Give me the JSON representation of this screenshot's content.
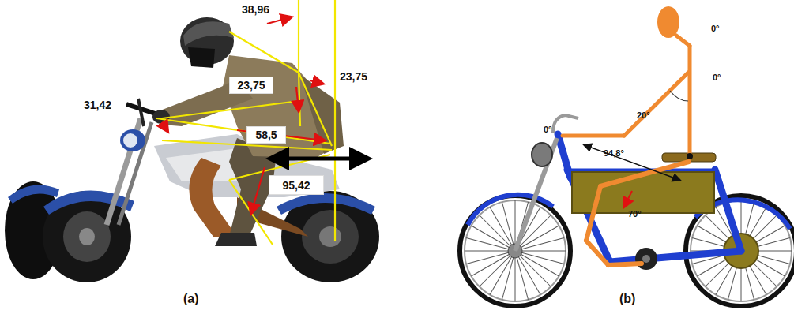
{
  "diagram": {
    "nodes": [
      {
        "text": [
          "23,75"
        ]
      },
      {
        "text": [
          "58,5"
        ]
      },
      {
        "text": [
          "95,42"
        ]
      }
    ],
    "labels": [
      "38,96",
      "23,75",
      "31,42",
      "0°",
      "0°",
      "20°",
      "0°",
      "94,8°",
      "70°",
      "(a)",
      "(b)"
    ]
  }
}
